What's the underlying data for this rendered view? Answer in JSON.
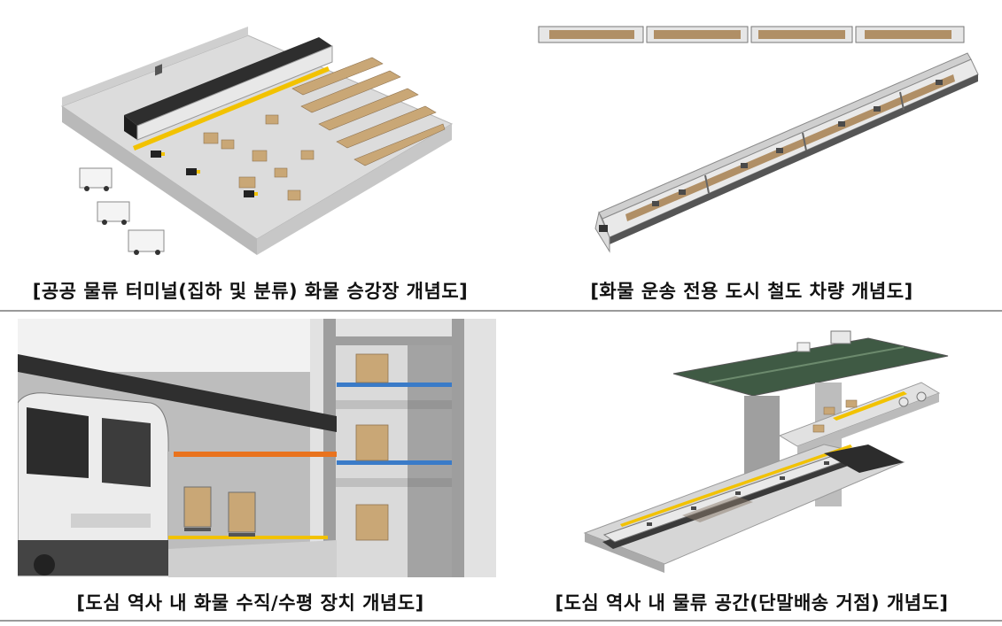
{
  "figures": [
    {
      "caption": "[공공 물류 터미널(집하 및 분류) 화물 승강장 개념도]"
    },
    {
      "caption": "[화물 운송 전용 도시 철도 차량 개념도]"
    },
    {
      "caption": "[도심 역사 내 화물 수직/수평 장치 개념도]"
    },
    {
      "caption": "[도심 역사 내 물류 공간(단말배송 거점) 개념도]"
    }
  ],
  "colors": {
    "floor": "#d8d8d8",
    "box": "#c9a776",
    "yellow": "#f2c200",
    "train_body": "#e9e9e9",
    "train_roof": "#3a3a3a",
    "orange_stripe": "#e9731e",
    "green_roof": "#3f5a44"
  }
}
